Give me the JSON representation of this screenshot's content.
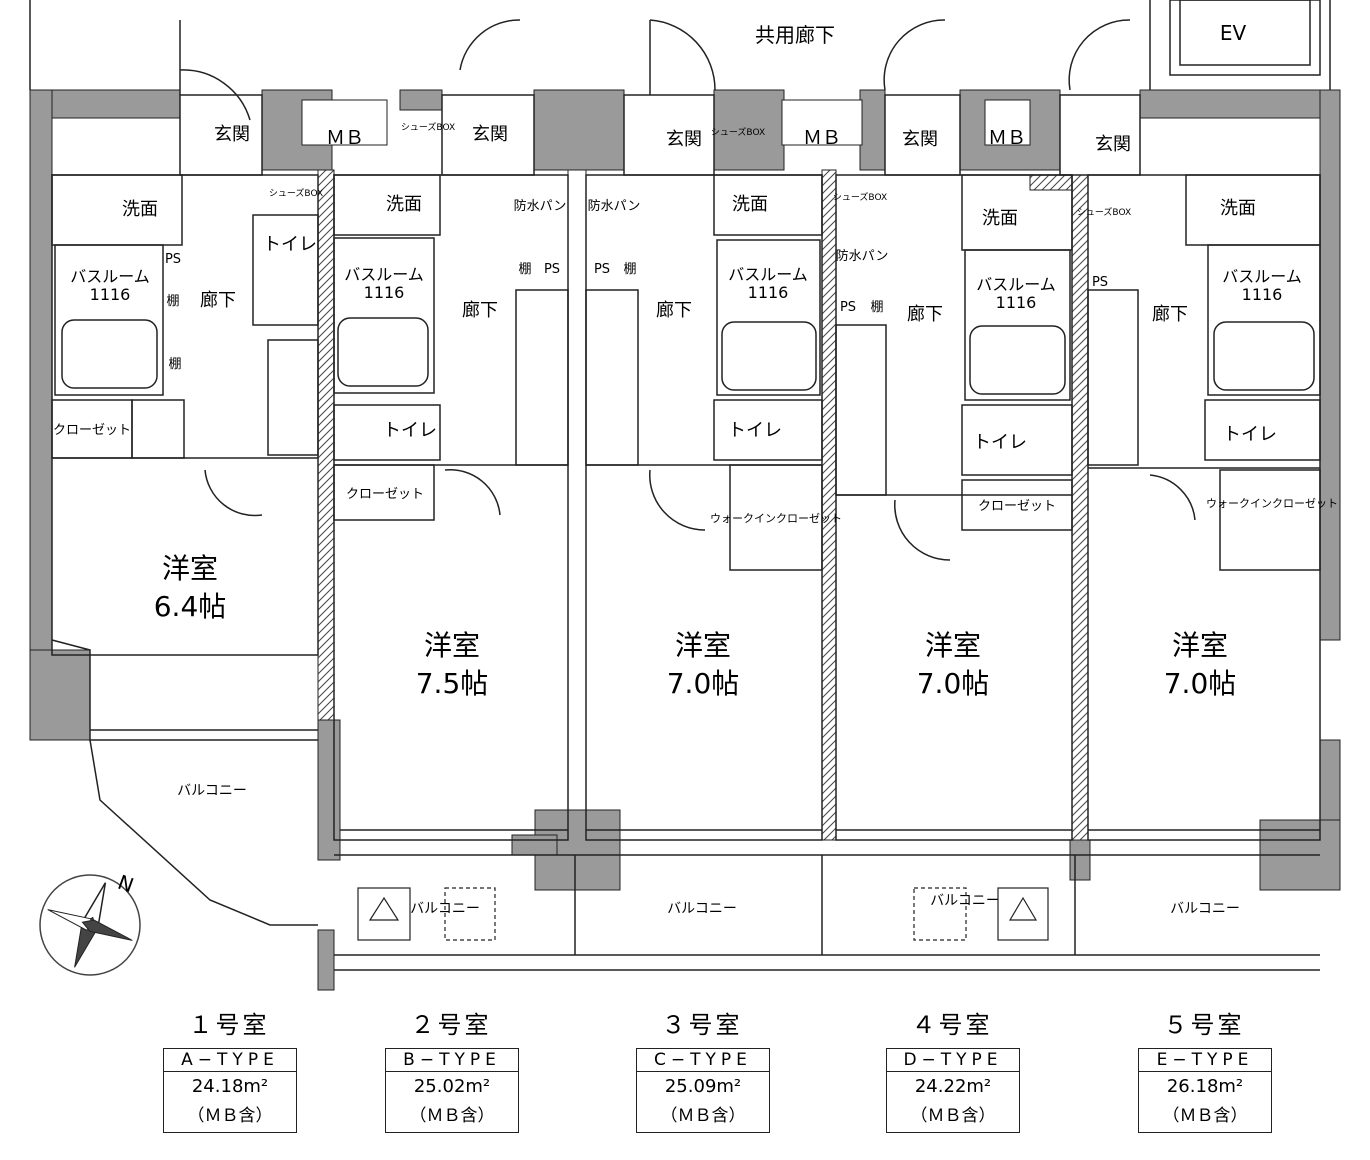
{
  "header": {
    "corridor_label": "共用廊下",
    "elevator_label": "EV"
  },
  "labels": {
    "entrance": "玄関",
    "meter_box": "ＭＢ",
    "shoe_box": "シューズBOX",
    "washroom": "洗面",
    "bathroom": "バスルーム",
    "bath_size": "1116",
    "toilet": "トイレ",
    "hallway": "廊下",
    "closet": "クローゼット",
    "walkin_closet": "ウォークインクローゼット",
    "balcony": "バルコニー",
    "pipe_space": "PS",
    "shelf": "棚",
    "waterproof_pan": "防水パン",
    "western_room": "洋室"
  },
  "units": [
    {
      "room_no": "１号室",
      "type": "A−TYPE",
      "area": "24.18m²",
      "note": "（ＭＢ含）",
      "size": "6.4帖"
    },
    {
      "room_no": "２号室",
      "type": "B−TYPE",
      "area": "25.02m²",
      "note": "（ＭＢ含）",
      "size": "7.5帖"
    },
    {
      "room_no": "３号室",
      "type": "C−TYPE",
      "area": "25.09m²",
      "note": "（ＭＢ含）",
      "size": "7.0帖"
    },
    {
      "room_no": "４号室",
      "type": "D−TYPE",
      "area": "24.22m²",
      "note": "（ＭＢ含）",
      "size": "7.0帖"
    },
    {
      "room_no": "５号室",
      "type": "E−TYPE",
      "area": "26.18m²",
      "note": "（ＭＢ含）",
      "size": "7.0帖"
    }
  ],
  "compass": {
    "north_label": "N",
    "icon": "compass-north-icon"
  },
  "colors": {
    "wall": "#9a9a9a",
    "line": "#222222",
    "background": "#ffffff"
  }
}
